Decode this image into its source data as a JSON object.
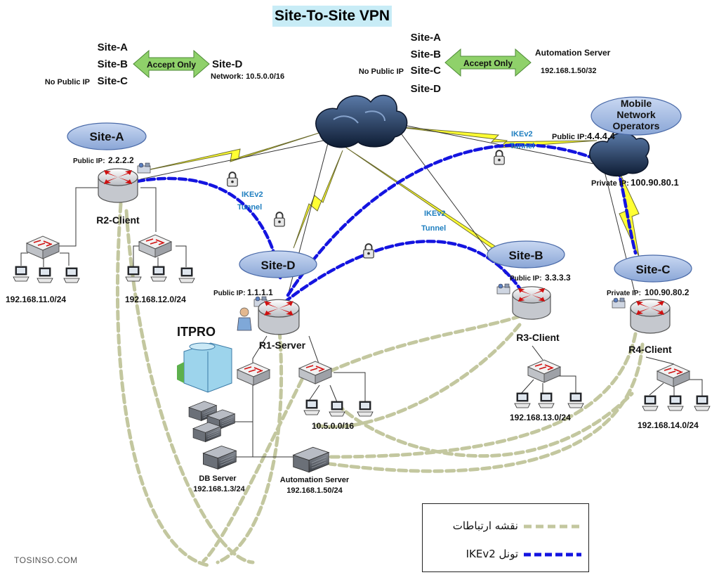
{
  "title": "Site-To-Site VPN",
  "policy_left": {
    "sources": [
      "Site-A",
      "Site-B",
      "Site-C"
    ],
    "source_note": "No Public IP",
    "arrow_label": "Accept Only",
    "target": "Site-D",
    "target_network": "Network: 10.5.0.0/16"
  },
  "policy_right": {
    "sources": [
      "Site-A",
      "Site-B",
      "Site-C",
      "Site-D"
    ],
    "source_note": "No Public IP",
    "arrow_label": "Accept Only",
    "target": "Automation Server",
    "target_network": "192.168.1.50/32"
  },
  "sites": {
    "site_a": {
      "badge": "Site-A",
      "public_ip_label": "Public IP:",
      "public_ip": "2.2.2.2",
      "router": "R2-Client",
      "lans": [
        "192.168.11.0/24",
        "192.168.12.0/24"
      ]
    },
    "site_d": {
      "badge": "Site-D",
      "public_ip_label": "Public IP:",
      "public_ip": "1.1.1.1",
      "router": "R1-Server",
      "org": "ITPRO",
      "lan": "10.5.0.0/16",
      "db_server": {
        "name": "DB Server",
        "ip": "192.168.1.3/24"
      },
      "automation_server": {
        "name": "Automation Server",
        "ip": "192.168.1.50/24"
      }
    },
    "site_b": {
      "badge": "Site-B",
      "public_ip_label": "Public IP:",
      "public_ip": "3.3.3.3",
      "router": "R3-Client",
      "lan": "192.168.13.0/24"
    },
    "site_c": {
      "badge": "Site-C",
      "private_ip_label": "Private IP:",
      "private_ip": "100.90.80.2",
      "router": "R4-Client",
      "lan": "192.168.14.0/24"
    }
  },
  "mobile_operator": {
    "badge_lines": [
      "Mobile",
      "Network",
      "Operators"
    ],
    "public_ip_label": "Public IP:",
    "public_ip": "4.4.4.4",
    "private_ip_label": "Private IP:",
    "private_ip": "100.90.80.1"
  },
  "tunnel_labels": [
    "IKEv2",
    "Tunnel"
  ],
  "legend": {
    "items": [
      {
        "label": "نقشه ارتباطات",
        "style": "dashed-green",
        "color": "#c3c79f"
      },
      {
        "label": "تونل IKEv2",
        "style": "dashed-blue",
        "color": "#1414e0"
      }
    ]
  },
  "watermark": "TOSINSO.COM",
  "colors": {
    "title_bg": "#c8ecf6",
    "badge_fill": "#9fb8e0",
    "arrow_fill": "#8fd16a",
    "lightning": "#ffff33",
    "tunnel": "#1414e0",
    "map_line": "#c3c79f",
    "router_arrow": "#d01010"
  }
}
